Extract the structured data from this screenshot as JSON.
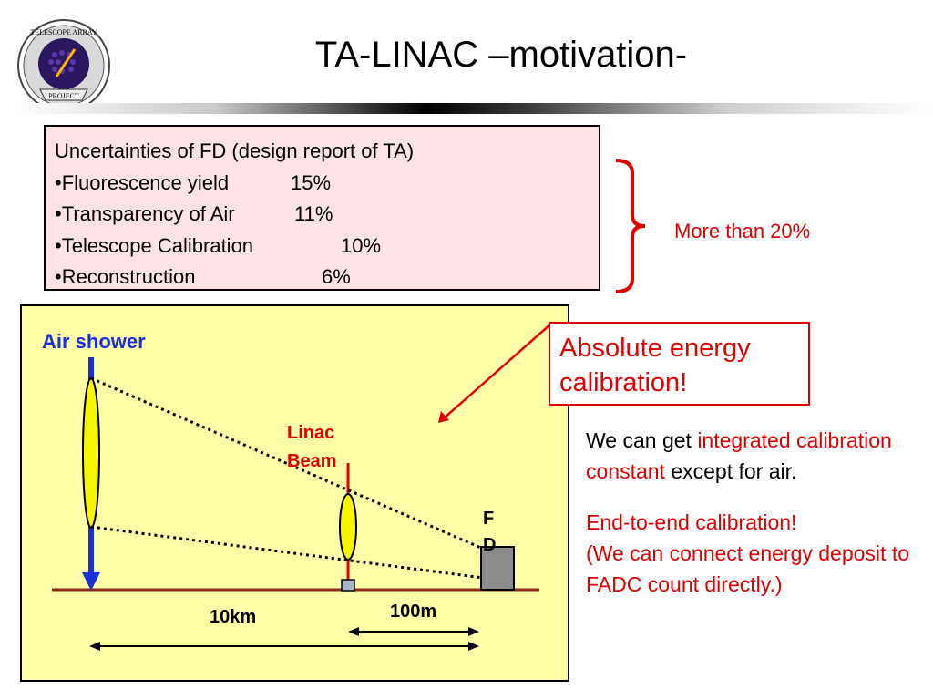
{
  "header": {
    "title": "TA-LINAC –motivation-",
    "logo": {
      "text_top": "TELESCOPE ARRAY",
      "text_bottom": "PROJECT"
    }
  },
  "uncertainties": {
    "heading": "Uncertainties of FD (design report of TA)",
    "items": [
      {
        "label": "•Fluorescence yield",
        "value": "15%"
      },
      {
        "label": "•Transparency of Air",
        "value": "11%"
      },
      {
        "label": "•Telescope Calibration",
        "value": "10%"
      },
      {
        "label": "•Reconstruction",
        "value": "6%"
      }
    ],
    "summary": "More than 20%"
  },
  "diagram": {
    "air_shower_label": "Air shower",
    "linac_label_line1": "Linac",
    "linac_label_line2": "Beam",
    "fd_label_line1": "F",
    "fd_label_line2": "D",
    "distance_10km": "10km",
    "distance_100m": "100m"
  },
  "callout": {
    "line1": "Absolute energy",
    "line2": "calibration!"
  },
  "notes": {
    "p1_part1": "We can get ",
    "p1_red": "integrated calibration constant",
    "p1_part2": " except for air.",
    "p2_line1": "End-to-end calibration!",
    "p2_line2": "(We can connect energy deposit to FADC count directly.)"
  },
  "colors": {
    "red": "#e00000",
    "diagram_bg": "#ffffa8",
    "box_bg": "#fde3e6",
    "air_shower_blue": "#1a2fd6",
    "ground_brown": "#8b2a1a"
  }
}
